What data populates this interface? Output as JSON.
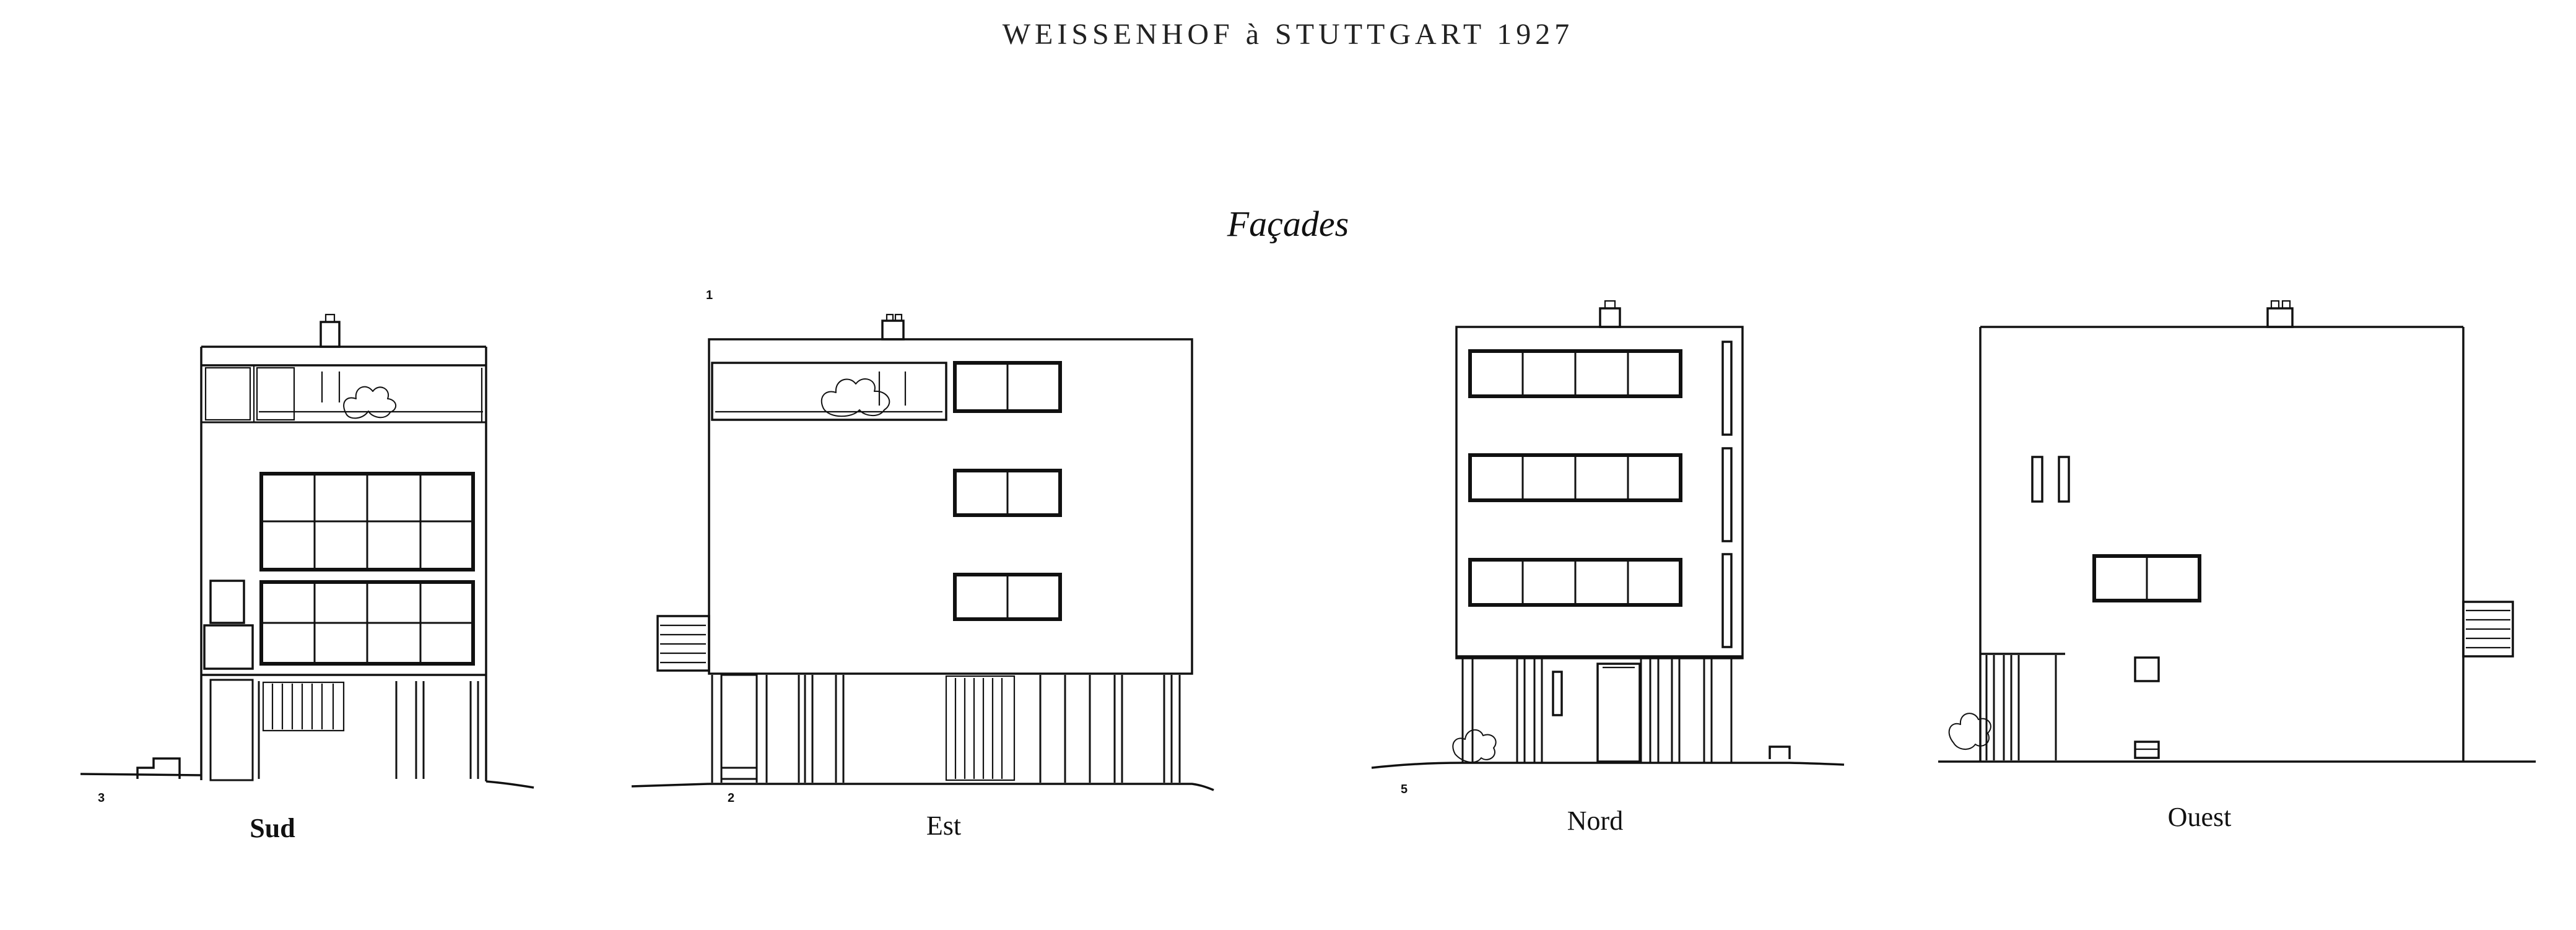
{
  "header": {
    "title": "WEISSENHOF à STUTTGART 1927"
  },
  "section": {
    "title": "Façades"
  },
  "elevations": [
    {
      "label": "Sud",
      "number": "3"
    },
    {
      "label": "Est",
      "number": "2"
    },
    {
      "label": "Nord",
      "number": "5"
    },
    {
      "label": "Ouest",
      "number": ""
    }
  ],
  "annotations": {
    "sheet_number": "1"
  }
}
